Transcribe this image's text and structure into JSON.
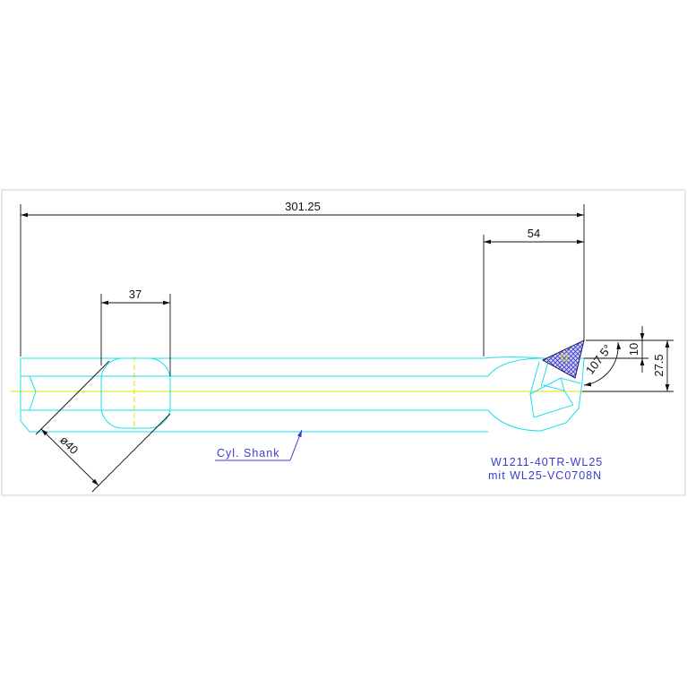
{
  "dimensions": {
    "overall_length": "301.25",
    "head_length": "54",
    "shank_flat": "37",
    "tip_offset": "10",
    "center_height": "27.5",
    "angle": "107.5°",
    "diameter": "ø40"
  },
  "labels": {
    "shank": "Cyl. Shank",
    "part_number": "W1211-40TR-WL25",
    "insert": "mit WL25-VC0708N"
  },
  "colors": {
    "outline": "#19e0e8",
    "centerline": "#e2e200",
    "annotation": "#3b3bd0",
    "dimension": "#111111"
  }
}
